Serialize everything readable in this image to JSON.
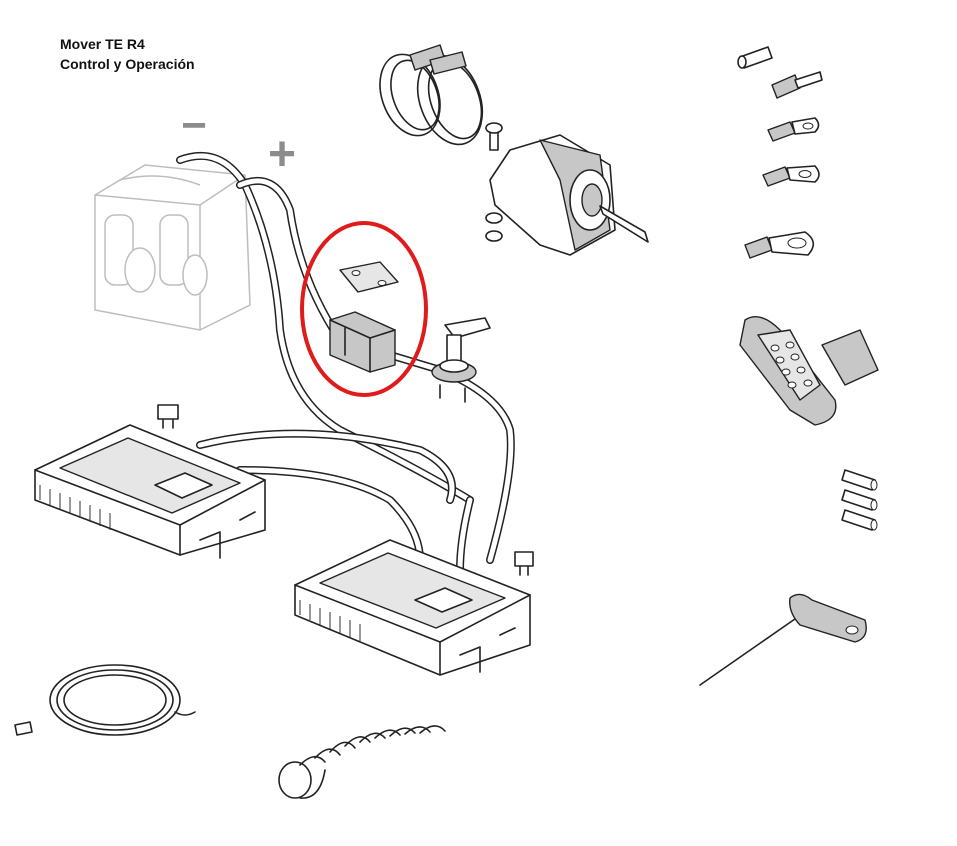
{
  "title": {
    "line1": "Mover TE R4",
    "line2": "Control y Operación"
  },
  "battery": {
    "negative_symbol": "−",
    "positive_symbol": "+"
  },
  "colors": {
    "highlight": "#e01b1b",
    "line": "#222222",
    "ghost": "#bdbdbd",
    "grey_fill": "#c7c7c7"
  },
  "parts": [
    "battery",
    "hose-clamps",
    "motor-assembly",
    "fuse-holder",
    "isolator-switch",
    "control-unit-1",
    "control-unit-2",
    "blade-fuse-1",
    "blade-fuse-2",
    "wire-terminals",
    "remote-control",
    "connector-pins",
    "hex-key",
    "antenna-cable",
    "spiral-cable"
  ]
}
